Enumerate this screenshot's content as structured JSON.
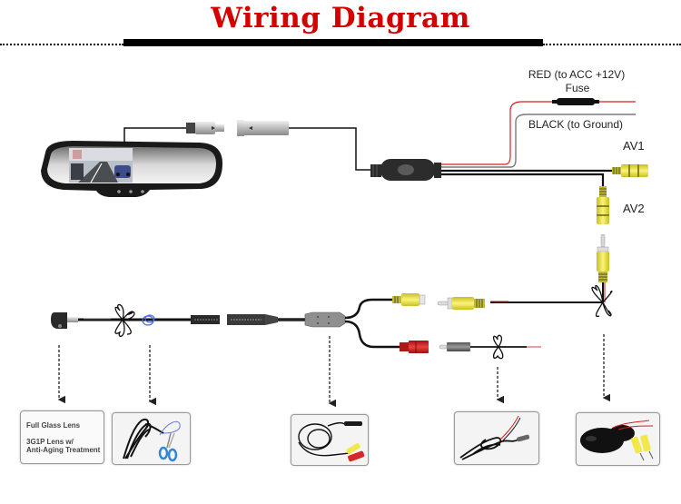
{
  "title": "Wiring Diagram",
  "colors": {
    "title": "#d40000",
    "red_wire": "#d42020",
    "black_wire": "#111111",
    "rca_yellow": "#f2e84a",
    "rca_red": "#d62828",
    "scissors_blue": "#2f86d6"
  },
  "labels": {
    "red_wire": "RED (to ACC +12V)",
    "fuse": "Fuse",
    "black_wire": "BLACK (to Ground)",
    "av1": "AV1",
    "av2": "AV2"
  },
  "components": {
    "mirror": "rear-view-mirror-monitor",
    "adapter": "control-module",
    "camera": "backup-camera",
    "y_splitter": "av-power-splitter",
    "power_plug": "dc-power-plug",
    "extension": "rca-video-extension-cable"
  },
  "boxes": [
    {
      "name": "lens-info",
      "lines": [
        "Full Glass Lens",
        "3G1P Lens w/",
        "Anti-Aging Treatment"
      ]
    },
    {
      "name": "camera-cable-and-scissors",
      "image": "coiled-cable-with-scissors"
    },
    {
      "name": "splitter-cable",
      "image": "splitter-cable-with-rca"
    },
    {
      "name": "power-cable",
      "image": "coiled-power-cable"
    },
    {
      "name": "extension-cable",
      "image": "coiled-extension-with-rca"
    }
  ]
}
